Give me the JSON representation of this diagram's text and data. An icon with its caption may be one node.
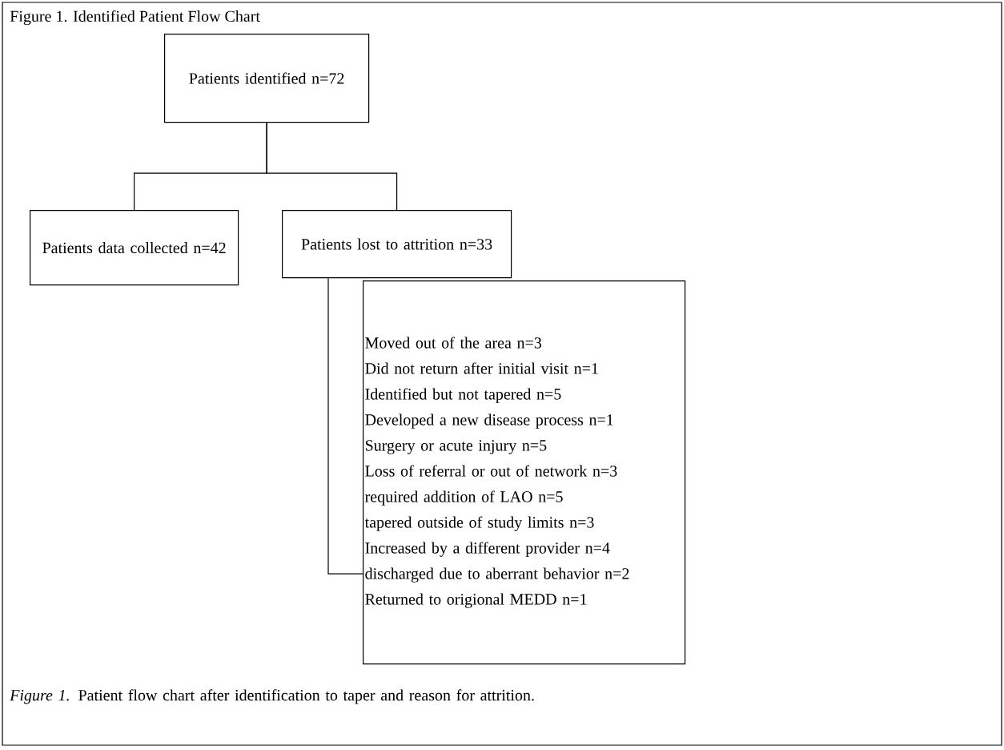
{
  "diagram": {
    "title": "Figure 1. Identified Patient Flow Chart",
    "caption": "*Figure 1.* Patient flow chart after identification to taper and reason for attrition.",
    "nodes": [
      {
        "text": [
          "Patients identified n=72"
        ]
      },
      {
        "text": [
          "Patients data collected n=42"
        ]
      },
      {
        "text": [
          "Patients lost to attrition n=33"
        ]
      },
      {
        "text": [
          "Moved out of the area n=3",
          "Did not return after initial visit n=1",
          "Identified but not tapered n=5",
          "Developed a new disease process n=1",
          "Surgery or acute injury n=5",
          "Loss of referral or out of network n=3",
          "required addition of LAO n=5",
          "tapered outside of study limits n=3",
          "Increased by a different provider n=4",
          "discharged due to aberrant behavior n=2",
          "Returned to origional MEDD n=1"
        ]
      }
    ],
    "edges": [
      {
        "from": 0,
        "to": 1,
        "arrow": "none"
      },
      {
        "from": 0,
        "to": 2,
        "arrow": "none"
      },
      {
        "from": 2,
        "to": 3,
        "arrow": "none"
      }
    ]
  }
}
